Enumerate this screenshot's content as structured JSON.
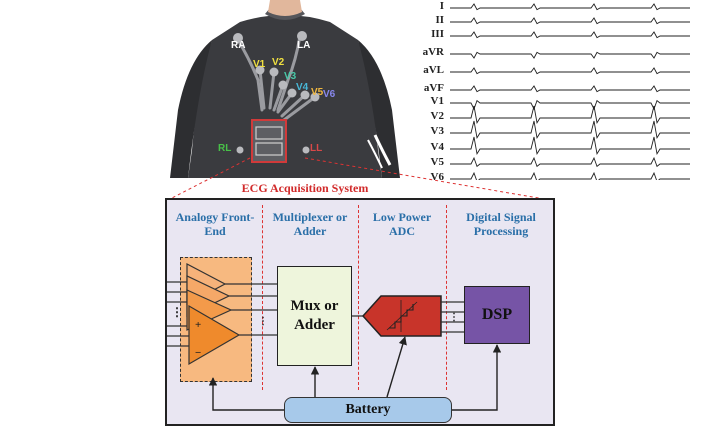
{
  "electrodes": {
    "ra": "RA",
    "la": "LA",
    "v1": "V1",
    "v2": "V2",
    "v3": "V3",
    "v4": "V4",
    "v5": "V5",
    "v6": "V6",
    "rl": "RL",
    "ll": "LL"
  },
  "ecg_leads": [
    "I",
    "II",
    "III",
    "aVR",
    "aVL",
    "aVF",
    "V1",
    "V2",
    "V3",
    "V4",
    "V5",
    "V6"
  ],
  "system": {
    "title": "ECG Acquisition System",
    "stages": {
      "afe": "Analogy Front-End",
      "mux": "Multiplexer or Adder",
      "adc": "Low Power ADC",
      "dsp": "Digital Signal Processing"
    },
    "blocks": {
      "mux": "Mux or Adder",
      "dsp": "DSP",
      "battery": "Battery"
    },
    "opamp_signs": {
      "plus": "+",
      "minus": "−"
    }
  },
  "colors": {
    "title_red": "#d12a2a",
    "stage_blue": "#2a6fa8",
    "afe_orange": "#f39a4a",
    "mux_green": "#eef5dc",
    "adc_red": "#c8342a",
    "dsp_purple": "#7654a6",
    "battery_blue": "#a7c9ea",
    "panel_lavender": "#e9e6f2"
  }
}
